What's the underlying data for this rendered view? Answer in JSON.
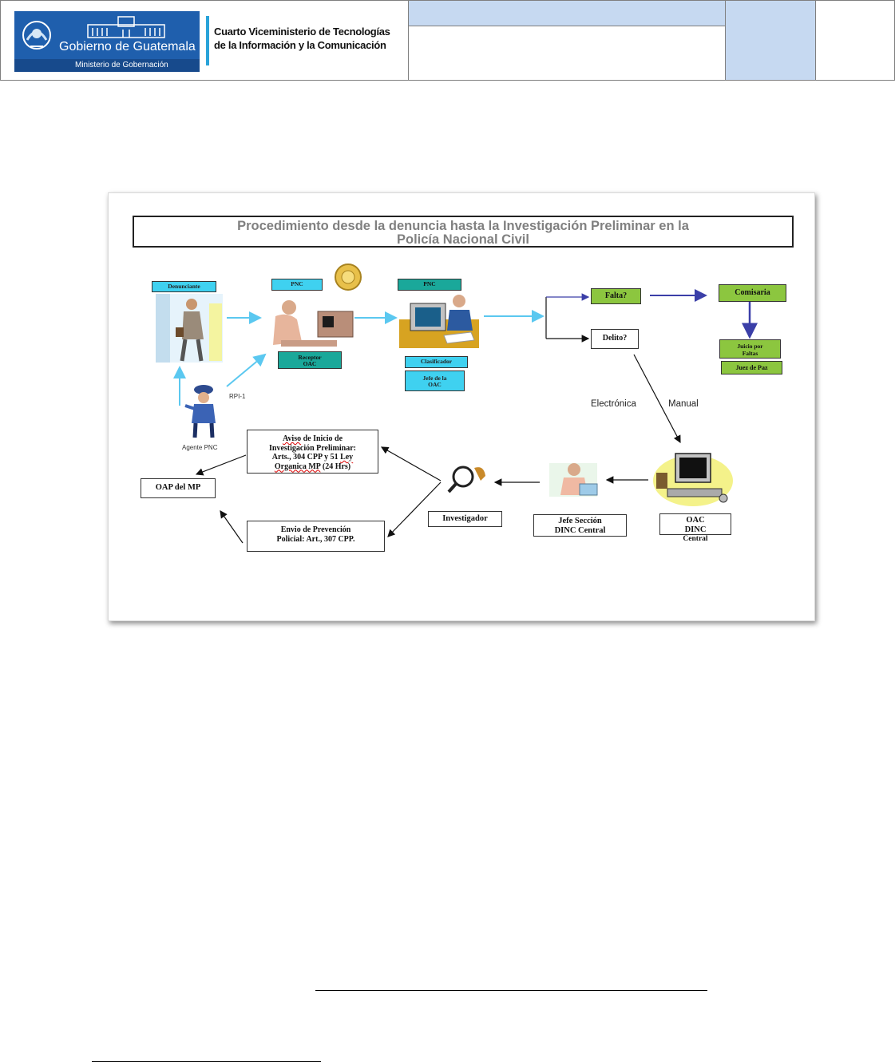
{
  "header": {
    "logo_text": "Gobierno de Guatemala",
    "logo_subtext": "Ministerio de Gobernación",
    "org_line1": "Cuarto Viceministerio de Tecnologías",
    "org_line2": "de la Información y la Comunicación",
    "cell_fill": "#c6d9f1"
  },
  "diagram": {
    "title_line1": "Procedimiento desde la denuncia hasta la Investigación Preliminar en la",
    "title_line2": "Policía Nacional Civil",
    "denunciante": "Denunciante",
    "pnc_1": "PNC",
    "pnc_2": "PNC",
    "receptor_line1": "Receptor",
    "receptor_line2": "OAC",
    "clasificador": "Clasificador",
    "jefe_oac_line1": "Jefe de la",
    "jefe_oac_line2": "OAC",
    "falta": "Falta?",
    "delito": "Delito?",
    "comisaria": "Comisaria",
    "juicio_line1": "Juicio por",
    "juicio_line2": "Faltas",
    "juez": "Juez de Paz",
    "rpi": "RPI-1",
    "agente": "Agente PNC",
    "electronica": "Electrónica",
    "manual": "Manual",
    "aviso_line1a": "Aviso",
    "aviso_line1b": " de Inicio de",
    "aviso_line2": "Investigación Preliminar:",
    "aviso_line3a": "Arts., 304 CPP y  51 ",
    "aviso_line3b": "Ley",
    "aviso_line4a": "Organica MP",
    "aviso_line4b": "  (24 Hrs)",
    "oap": "OAP del MP",
    "envio_line1": "Envio de Prevención",
    "envio_line2": "Policial: Art., 307 CPP.",
    "investigador": "Investigador",
    "jefe_seccion_line1": "Jefe Sección",
    "jefe_seccion_line2": "DINC Central",
    "oac_dinc_line1": "OAC",
    "oac_dinc_line2": "DINC",
    "oac_dinc_line3": "Central",
    "colors": {
      "cyan_tag": "#3fd1f0",
      "teal_tag": "#1aa89a",
      "green_tag": "#8cc63f",
      "flow_arrow": "#5bc8f0",
      "green_arrow": "#3b3fa8"
    }
  }
}
